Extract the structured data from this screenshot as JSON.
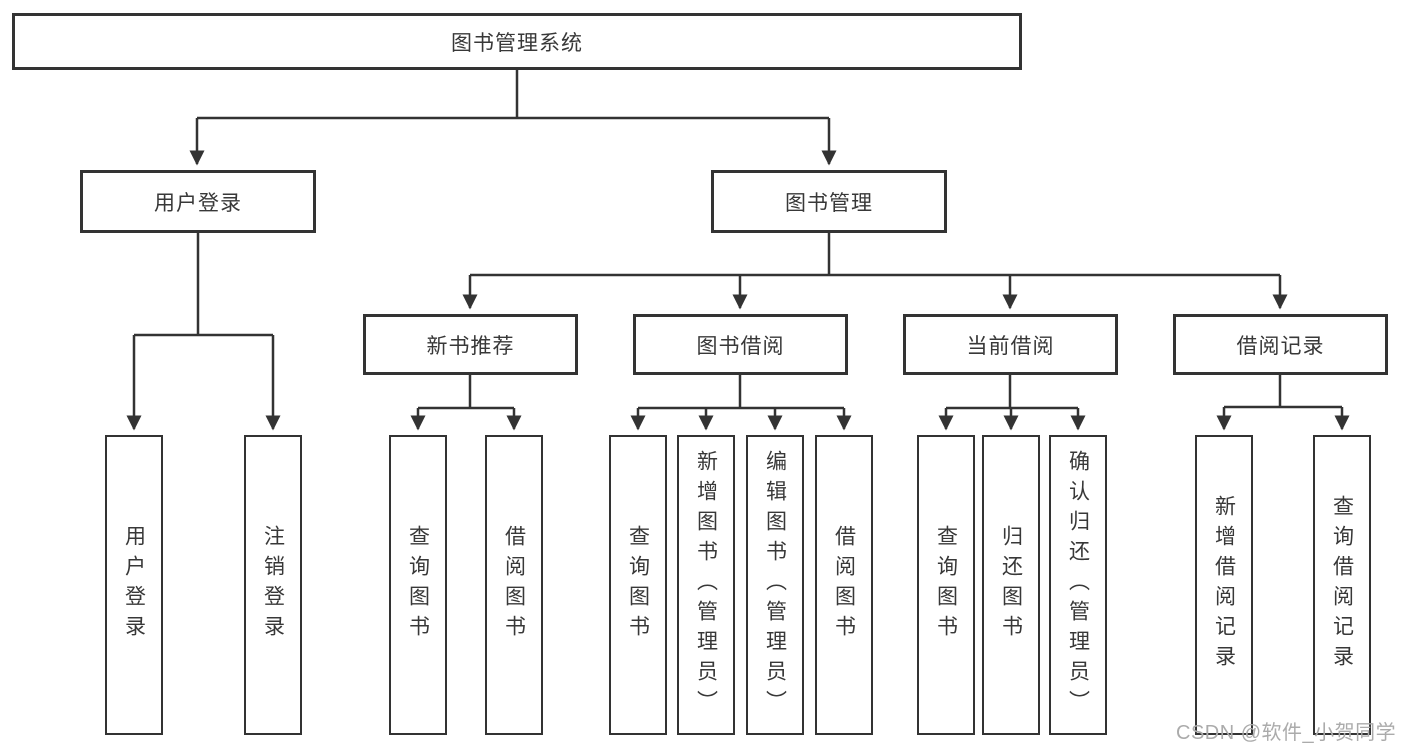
{
  "diagram": {
    "type": "tree",
    "title": "图书管理系统",
    "tree": {
      "label": "图书管理系统",
      "children": [
        {
          "label": "用户登录",
          "children": [
            {
              "label": "用户登录"
            },
            {
              "label": "注销登录"
            }
          ]
        },
        {
          "label": "图书管理",
          "children": [
            {
              "label": "新书推荐",
              "children": [
                {
                  "label": "查询图书"
                },
                {
                  "label": "借阅图书"
                }
              ]
            },
            {
              "label": "图书借阅",
              "children": [
                {
                  "label": "查询图书"
                },
                {
                  "label": "新增图书（管理员）"
                },
                {
                  "label": "编辑图书（管理员）"
                },
                {
                  "label": "借阅图书"
                }
              ]
            },
            {
              "label": "当前借阅",
              "children": [
                {
                  "label": "查询图书"
                },
                {
                  "label": "归还图书"
                },
                {
                  "label": "确认归还（管理员）"
                }
              ]
            },
            {
              "label": "借阅记录",
              "children": [
                {
                  "label": "新增借阅记录"
                },
                {
                  "label": "查询借阅记录"
                }
              ]
            }
          ]
        }
      ]
    },
    "colors": {
      "line": "#333333",
      "box_border": "#333333",
      "box_fill": "#ffffff",
      "text": "#383838"
    }
  },
  "watermark": {
    "text": "CSDN @软件_小贺同学",
    "color": "#ababab"
  }
}
